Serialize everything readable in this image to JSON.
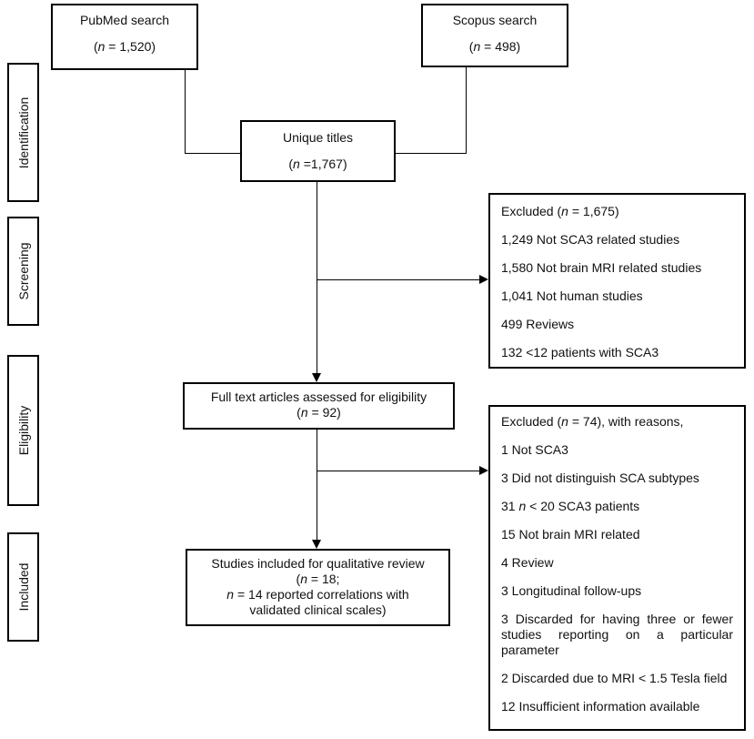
{
  "stages": {
    "identification": "Identification",
    "screening": "Screening",
    "eligibility": "Eligibility",
    "included": "Included"
  },
  "pubmed": {
    "title": "PubMed search",
    "n_prefix": "(",
    "n_var": "n",
    "n_value": " = 1,520)"
  },
  "scopus": {
    "title": "Scopus search",
    "n_prefix": "(",
    "n_var": "n",
    "n_value": " = 498)"
  },
  "unique": {
    "title": "Unique titles",
    "n_prefix": "(",
    "n_var": "n",
    "n_value": " =1,767)"
  },
  "fulltext": {
    "title": "Full text articles assessed for eligibility",
    "n_prefix": "(",
    "n_var": "n",
    "n_value": " = 92)"
  },
  "included": {
    "line1": "Studies included for qualitative review",
    "line2_prefix": "(",
    "line2_var": "n",
    "line2_value": " = 18;",
    "line3_var": "n",
    "line3_rest": " = 14 reported correlations with",
    "line4": "validated clinical scales)"
  },
  "excluded_screening": {
    "header_prefix": "Excluded (",
    "header_var": "n",
    "header_rest": " = 1,675)",
    "items": [
      "1,249 Not SCA3 related studies",
      "1,580 Not brain MRI related studies",
      "1,041 Not human studies",
      "499 Reviews",
      "132 <12 patients with SCA3"
    ]
  },
  "excluded_eligibility": {
    "header_prefix": "Excluded (",
    "header_var": "n",
    "header_rest": " = 74), with reasons,",
    "item1": "1 Not SCA3",
    "item2": "3 Did not distinguish SCA subtypes",
    "item3_prefix": "31 ",
    "item3_var": "n",
    "item3_rest": " < 20 SCA3 patients",
    "item4": "15 Not brain MRI related",
    "item5": "4 Review",
    "item6": "3 Longitudinal follow-ups",
    "item7": "3 Discarded for having three or fewer studies reporting on a particular parameter",
    "item8": "2 Discarded due to MRI < 1.5 Tesla field",
    "item9": "12 Insufficient information available"
  }
}
